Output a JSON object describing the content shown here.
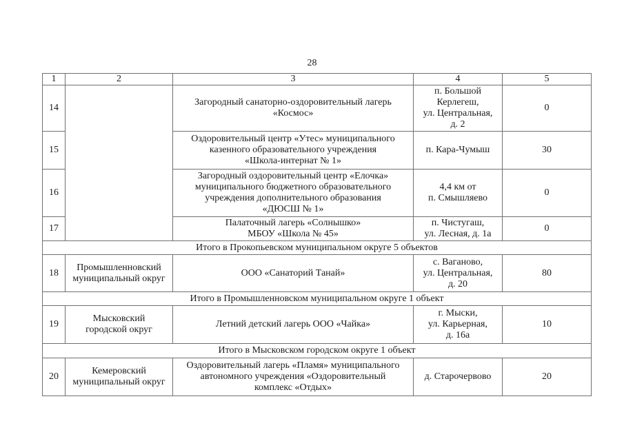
{
  "page": {
    "number": "28"
  },
  "table": {
    "column_headers": [
      "1",
      "2",
      "3",
      "4",
      "5"
    ],
    "rows": [
      {
        "num": "14",
        "municipality": "",
        "name": "Загородный санаторно-оздоровительный лагерь\n«Космос»",
        "address": "п. Большой\nКерлегеш,\nул. Центральная,\nд. 2",
        "capacity": "0"
      },
      {
        "num": "15",
        "name": "Оздоровительный центр «Утес» муниципального\nказенного образовательного учреждения\n«Школа-интернат № 1»",
        "address": "п. Кара-Чумыш",
        "capacity": "30"
      },
      {
        "num": "16",
        "name": "Загородный оздоровительный центр «Елочка»\nмуниципального бюджетного образовательного\nучреждения дополнительного образования\n«ДЮСШ № 1»",
        "address": "4,4 км от\nп. Смышляево",
        "capacity": "0"
      },
      {
        "num": "17",
        "name": "Палаточный лагерь «Солнышко»\nМБОУ «Школа № 45»",
        "address": "п. Чистугаш,\nул. Лесная, д. 1а",
        "capacity": "0"
      },
      {
        "summary": "Итого в Прокопьевском муниципальном округе 5 объектов"
      },
      {
        "num": "18",
        "municipality": "Промышленновский\nмуниципальный округ",
        "name": "ООО «Санаторий Танай»",
        "address": "с. Ваганово,\nул. Центральная,\nд. 20",
        "capacity": "80"
      },
      {
        "summary": "Итого в Промышленновском муниципальном округе 1 объект"
      },
      {
        "num": "19",
        "municipality": "Мысковский\nгородской округ",
        "name": "Летний детский лагерь ООО «Чайка»",
        "address": "г. Мыски,\nул. Карьерная,\nд. 16а",
        "capacity": "10"
      },
      {
        "summary": "Итого в Мысковском городском округе 1 объект"
      },
      {
        "num": "20",
        "municipality": "Кемеровский\nмуниципальный округ",
        "name": "Оздоровительный лагерь «Пламя» муниципального\nавтономного учреждения «Оздоровительный\nкомплекс «Отдых»",
        "address": "д. Старочервово",
        "capacity": "20"
      }
    ]
  }
}
